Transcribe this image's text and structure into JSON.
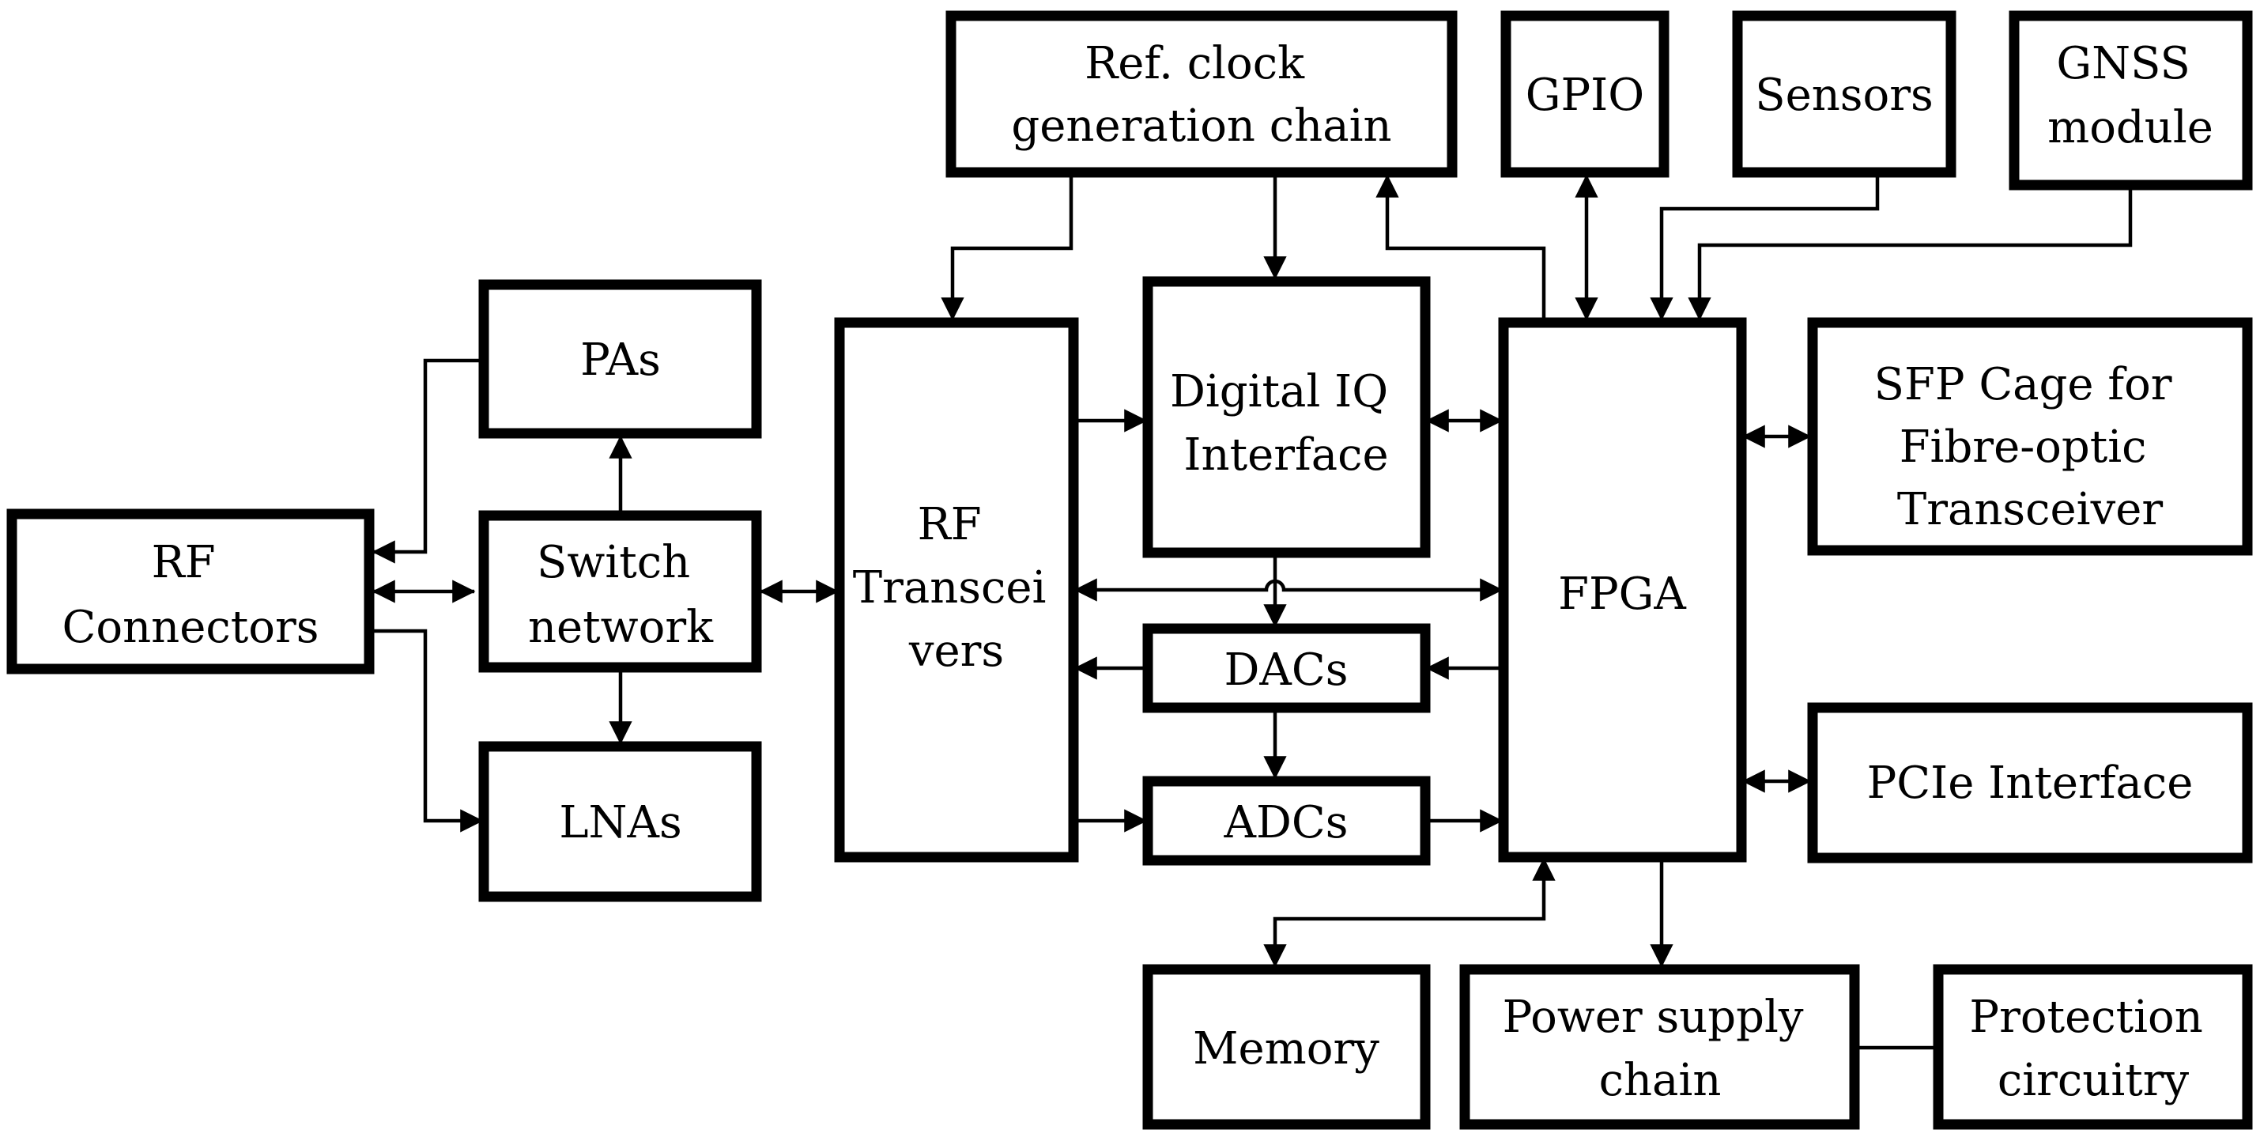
{
  "blocks": {
    "ref_clock": [
      "Ref. clock",
      "generation chain"
    ],
    "gpio": [
      "GPIO"
    ],
    "sensors": [
      "Sensors"
    ],
    "gnss": [
      "GNSS",
      "module"
    ],
    "pas": [
      "PAs"
    ],
    "rf_transceivers": [
      "RF",
      "Transcei",
      "vers"
    ],
    "digital_iq": [
      "Digital IQ",
      "Interface"
    ],
    "fpga": [
      "FPGA"
    ],
    "sfp": [
      "SFP Cage for",
      "Fibre-optic",
      "Transceiver"
    ],
    "rf_connectors": [
      "RF",
      "Connectors"
    ],
    "switch_network": [
      "Switch",
      "network"
    ],
    "dacs": [
      "DACs"
    ],
    "adcs": [
      "ADCs"
    ],
    "pcie": [
      "PCIe Interface"
    ],
    "lnas": [
      "LNAs"
    ],
    "memory": [
      "Memory"
    ],
    "power_supply": [
      "Power supply",
      "chain"
    ],
    "protection": [
      "Protection",
      "circuitry"
    ]
  }
}
